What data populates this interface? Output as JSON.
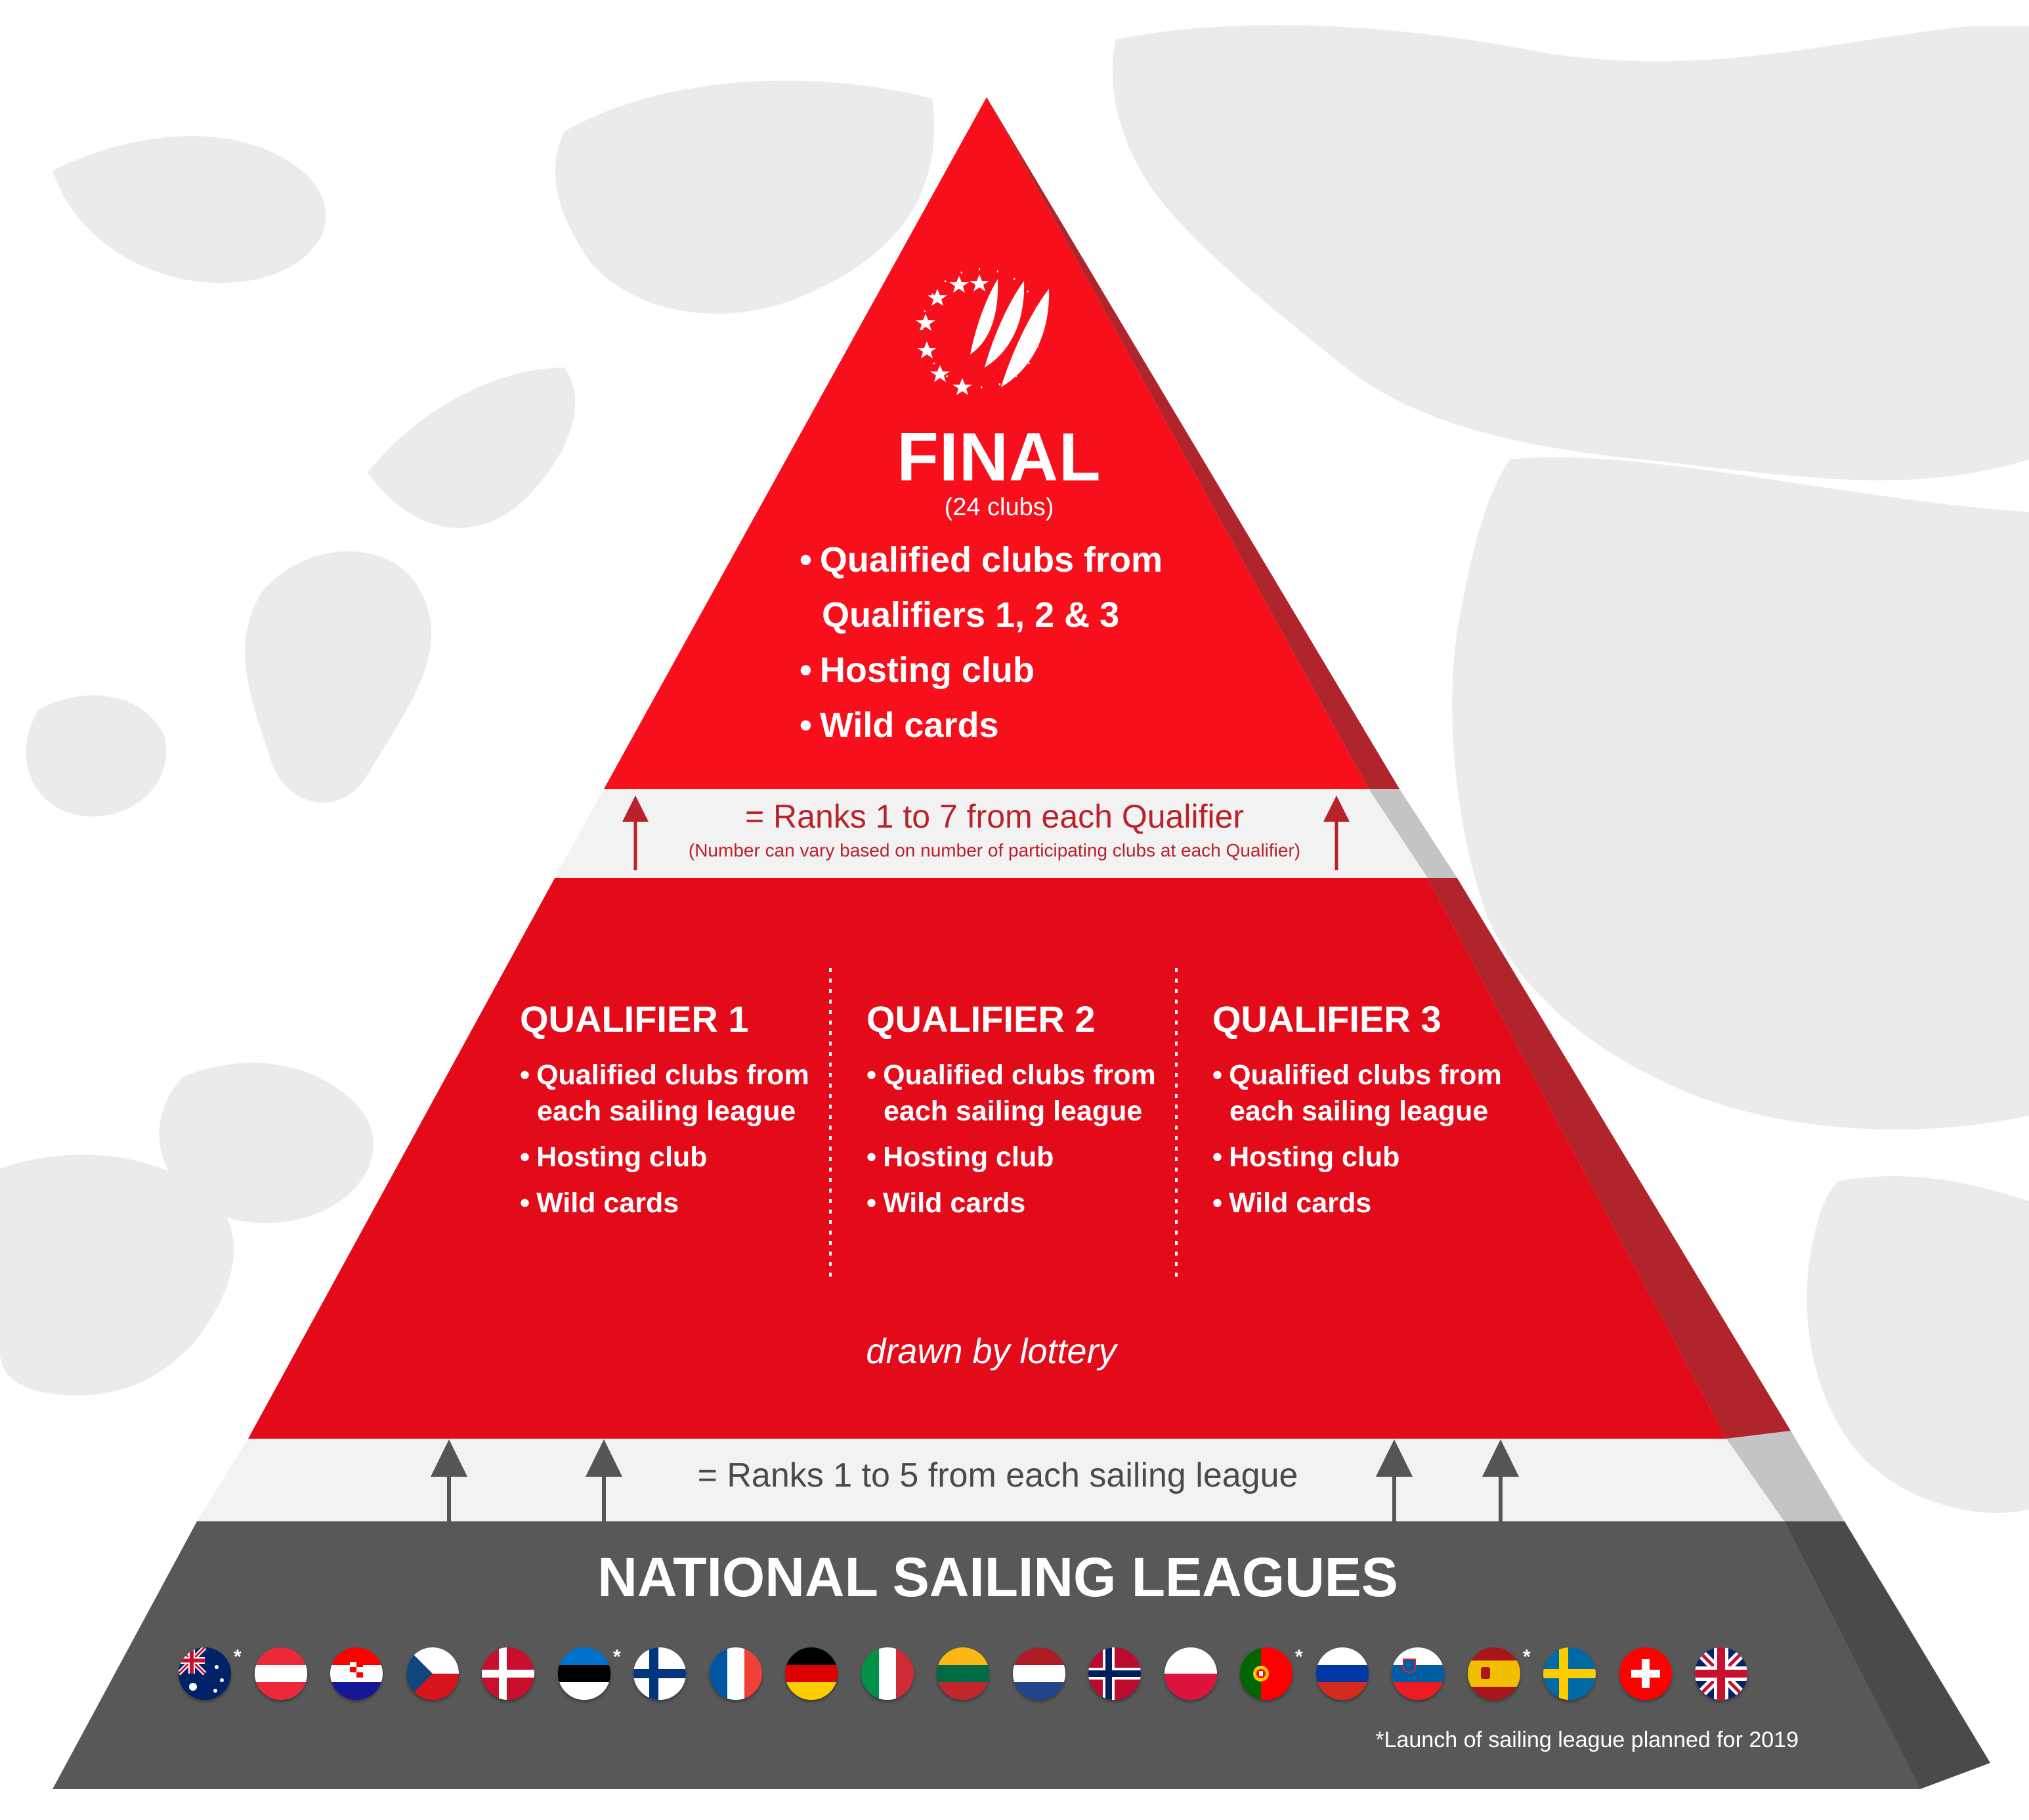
{
  "colors": {
    "final_red": "#f7101c",
    "qualifier_red": "#e30a1a",
    "side_shadow": "#b0252b",
    "league_gray": "#585858",
    "map_gray": "#ebebeb",
    "arrow_red": "#b8232a",
    "arrow_gray": "#555555"
  },
  "final": {
    "title": "FINAL",
    "subtitle": "(24 clubs)",
    "bullets": [
      "Qualified clubs from",
      "Qualifiers 1, 2 & 3",
      "Hosting club",
      "Wild cards"
    ],
    "bullet_mark": "•"
  },
  "connector_top": {
    "text": "= Ranks 1 to 7 from each Qualifier",
    "note": "(Number can vary based on number of participating clubs at each Qualifier)"
  },
  "qualifiers": [
    {
      "title": "QUALIFIER 1",
      "bullets": [
        "Qualified clubs from",
        "each sailing league",
        "Hosting club",
        "Wild cards"
      ]
    },
    {
      "title": "QUALIFIER 2",
      "bullets": [
        "Qualified clubs from",
        "each sailing league",
        "Hosting club",
        "Wild cards"
      ]
    },
    {
      "title": "QUALIFIER 3",
      "bullets": [
        "Qualified clubs from",
        "each sailing league",
        "Hosting club",
        "Wild cards"
      ]
    }
  ],
  "lottery_text": "drawn by lottery",
  "connector_bottom": {
    "text": "= Ranks 1 to 5 from each sailing league"
  },
  "leagues": {
    "title": "NATIONAL SAILING LEAGUES",
    "footnote": "*Launch of sailing league planned for 2019",
    "asterisk": "*",
    "flags": [
      {
        "country": "Australia",
        "icon": "australia-flag-icon",
        "planned": true
      },
      {
        "country": "Austria",
        "icon": "austria-flag-icon",
        "planned": false
      },
      {
        "country": "Croatia",
        "icon": "croatia-flag-icon",
        "planned": false
      },
      {
        "country": "Czech Republic",
        "icon": "czech-flag-icon",
        "planned": false
      },
      {
        "country": "Denmark",
        "icon": "denmark-flag-icon",
        "planned": false
      },
      {
        "country": "Estonia",
        "icon": "estonia-flag-icon",
        "planned": true
      },
      {
        "country": "Finland",
        "icon": "finland-flag-icon",
        "planned": false
      },
      {
        "country": "France",
        "icon": "france-flag-icon",
        "planned": false
      },
      {
        "country": "Germany",
        "icon": "germany-flag-icon",
        "planned": false
      },
      {
        "country": "Italy",
        "icon": "italy-flag-icon",
        "planned": false
      },
      {
        "country": "Lithuania",
        "icon": "lithuania-flag-icon",
        "planned": false
      },
      {
        "country": "Netherlands",
        "icon": "netherlands-flag-icon",
        "planned": false
      },
      {
        "country": "Norway",
        "icon": "norway-flag-icon",
        "planned": false
      },
      {
        "country": "Poland",
        "icon": "poland-flag-icon",
        "planned": false
      },
      {
        "country": "Portugal",
        "icon": "portugal-flag-icon",
        "planned": true
      },
      {
        "country": "Russia",
        "icon": "russia-flag-icon",
        "planned": false
      },
      {
        "country": "Slovenia",
        "icon": "slovenia-flag-icon",
        "planned": false
      },
      {
        "country": "Spain",
        "icon": "spain-flag-icon",
        "planned": true
      },
      {
        "country": "Sweden",
        "icon": "sweden-flag-icon",
        "planned": false
      },
      {
        "country": "Switzerland",
        "icon": "switzerland-flag-icon",
        "planned": false
      },
      {
        "country": "United Kingdom",
        "icon": "uk-flag-icon",
        "planned": false
      }
    ]
  },
  "logo_icon": "sailing-champions-league-logo-icon",
  "background_icon": "europe-map-icon"
}
